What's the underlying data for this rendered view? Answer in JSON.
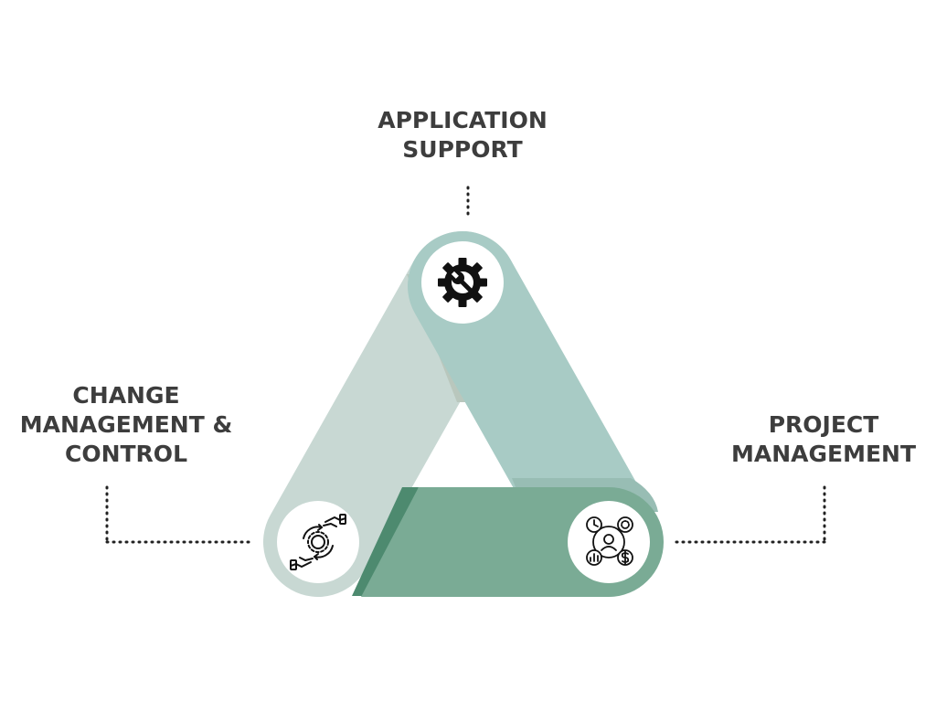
{
  "nodes": [
    {
      "id": "top",
      "lines": [
        "APPLICATION",
        "SUPPORT"
      ],
      "icon": "gear-wrench-icon"
    },
    {
      "id": "left",
      "lines": [
        "CHANGE",
        "MANAGEMENT &",
        "CONTROL"
      ],
      "icon": "hands-gear-icon"
    },
    {
      "id": "right",
      "lines": [
        "PROJECT",
        "MANAGEMENT"
      ],
      "icon": "project-management-icon"
    }
  ],
  "colors": {
    "band_top": "#a8cbc5",
    "band_left": "#c8d8d3",
    "band_bottom": "#7aab95",
    "band_bottom_dark": "#4d8a6f",
    "text": "#3d3d3d",
    "dots": "#222222"
  }
}
